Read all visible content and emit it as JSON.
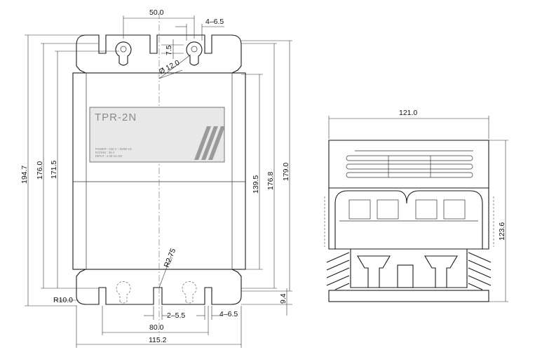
{
  "colors": {
    "line": "#1a1a1a",
    "label_panel": "#e8e8e8",
    "stripe": "#9a9a9a"
  },
  "product": {
    "model": "TPR-2N",
    "spec_lines": [
      "POWER : 220 V ~ 50/60 Hz",
      "RATING : 35 A",
      "INPUT : 4-20 mA DC"
    ]
  },
  "front_view": {
    "dims": {
      "top_hole_pitch": "50.0",
      "top_slot": "4–6.5",
      "slot_offset": "7.5",
      "keyhole_dia": "Ø 12.0",
      "overall_height": "194.7",
      "height_176": "176.0",
      "height_171": "171.5",
      "height_139": "139.5",
      "height_176_8": "176.8",
      "height_179": "179.0",
      "radius_small": "R2.75",
      "corner_radius": "R10.0",
      "bottom_slot_center": "2–5.5",
      "bottom_slot_side": "4–6.5",
      "bottom_offset": "9.4",
      "bottom_pitch": "80.0",
      "overall_width": "115.2"
    }
  },
  "side_view": {
    "dims": {
      "width": "121.0",
      "height": "123.6"
    }
  }
}
